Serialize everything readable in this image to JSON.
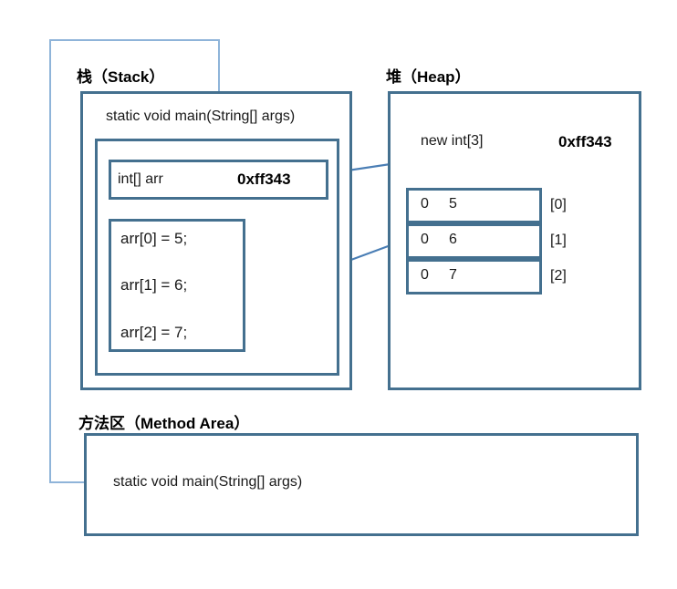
{
  "diagram": {
    "title_stack": "栈（Stack）",
    "title_heap": "堆（Heap）",
    "title_method_area": "方法区（Method Area）",
    "colors": {
      "box_border": "#44708F",
      "arrow": "#4A7EB5",
      "connector": "#8FB4D9",
      "background": "#FFFFFF",
      "text": "#1A1A1A"
    }
  },
  "stack": {
    "frame_label": "static void main(String[] args)",
    "variable": {
      "name": "int[] arr",
      "value": "0xff343"
    },
    "code_lines": [
      "arr[0] = 5;",
      "arr[1] = 6;",
      "arr[2] = 7;"
    ]
  },
  "heap": {
    "allocation_label": "new int[3]",
    "address_label": "0xff343",
    "cells": [
      {
        "old_value": "0",
        "new_value": "5",
        "index_label": "[0]"
      },
      {
        "old_value": "0",
        "new_value": "6",
        "index_label": "[1]"
      },
      {
        "old_value": "0",
        "new_value": "7",
        "index_label": "[2]"
      }
    ]
  },
  "method_area": {
    "entry": "static void main(String[] args)"
  }
}
